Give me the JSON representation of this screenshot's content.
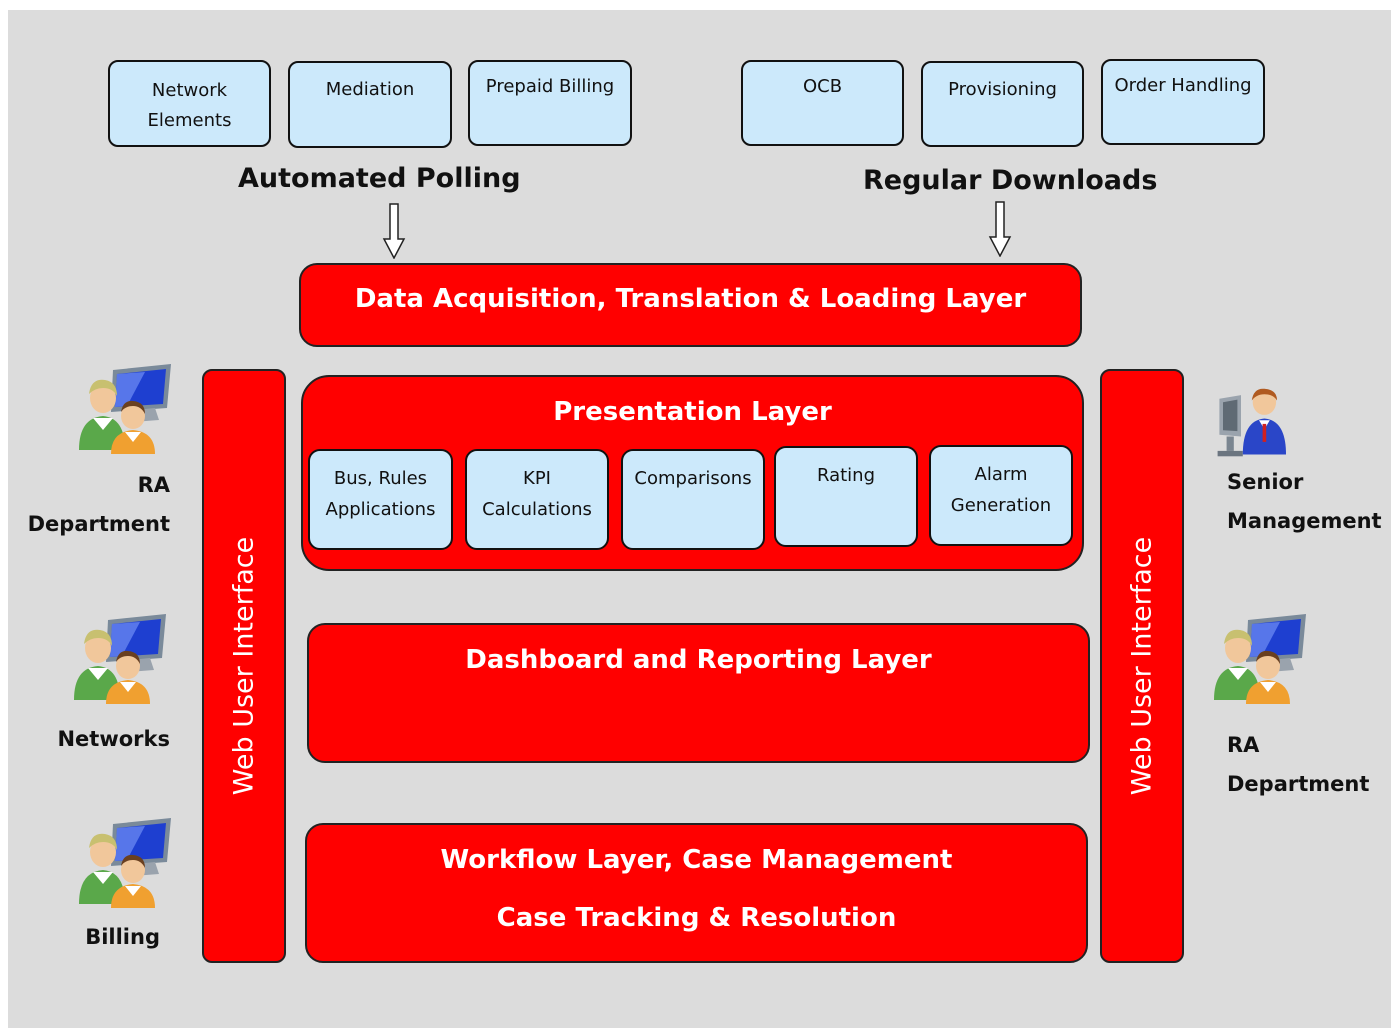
{
  "sources": [
    {
      "label": "Network\nElements"
    },
    {
      "label": "Mediation"
    },
    {
      "label": "Prepaid Billing"
    },
    {
      "label": "OCB"
    },
    {
      "label": "Provisioning"
    },
    {
      "label": "Order Handling"
    }
  ],
  "feeds": {
    "left": "Automated Polling",
    "right": "Regular Downloads"
  },
  "layers": {
    "acquisition": "Data Acquisition,  Translation & Loading Layer",
    "presentation": {
      "title": "Presentation Layer",
      "modules": [
        {
          "label": "Bus, Rules\nApplications"
        },
        {
          "label": "KPI\nCalculations"
        },
        {
          "label": "Comparisons"
        },
        {
          "label": "Rating"
        },
        {
          "label": "Alarm\nGeneration"
        }
      ]
    },
    "dashboard": "Dashboard and Reporting Layer",
    "workflow": {
      "line1": "Workflow Layer, Case Management",
      "line2": "Case Tracking & Resolution"
    }
  },
  "web_ui": {
    "left": "Web User Interface",
    "right": "Web User Interface"
  },
  "users": {
    "left": [
      {
        "label": "RA\nDepartment",
        "icon": "user-pair-computer-icon"
      },
      {
        "label": "Networks",
        "icon": "user-pair-computer-icon"
      },
      {
        "label": "Billing",
        "icon": "user-pair-computer-icon"
      }
    ],
    "right": [
      {
        "label": "Senior\nManagement",
        "icon": "executive-computer-icon"
      },
      {
        "label": "RA\nDepartment",
        "icon": "user-pair-computer-icon"
      }
    ]
  },
  "colors": {
    "layer_red": "#ff0000",
    "module_blue": "#cce9fb",
    "background": "#dcdcdc"
  }
}
